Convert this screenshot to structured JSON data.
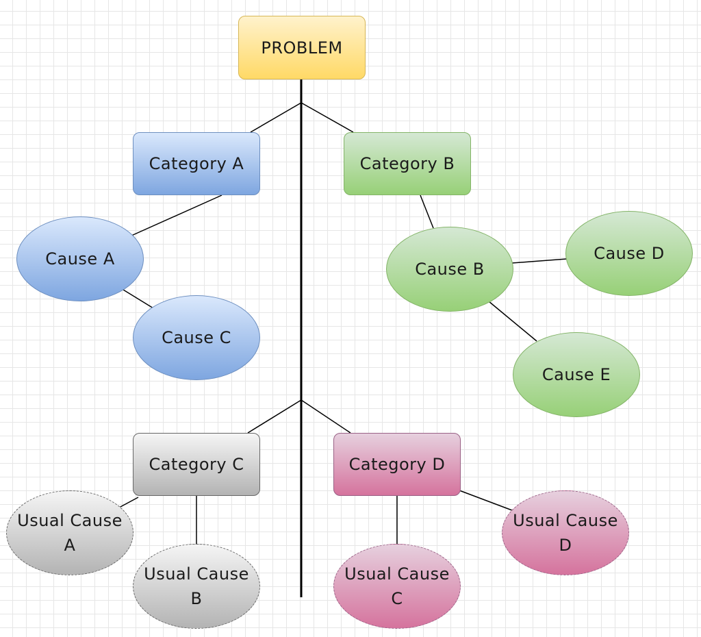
{
  "diagram": {
    "problem": "PROBLEM",
    "categories": {
      "a": "Category A",
      "b": "Category B",
      "c": "Category C",
      "d": "Category D"
    },
    "causes": {
      "a": "Cause A",
      "b": "Cause B",
      "c": "Cause C",
      "d": "Cause D",
      "e": "Cause E"
    },
    "usual_causes": {
      "a": "Usual Cause\nA",
      "b": "Usual Cause\nB",
      "c": "Usual Cause\nC",
      "d": "Usual Cause\nD"
    }
  },
  "colors": {
    "problem": "#ffd966",
    "category_a": "#7ea6e0",
    "category_b": "#97d077",
    "category_c": "#b3b3b3",
    "category_d": "#d5739d",
    "connector": "#000000"
  }
}
